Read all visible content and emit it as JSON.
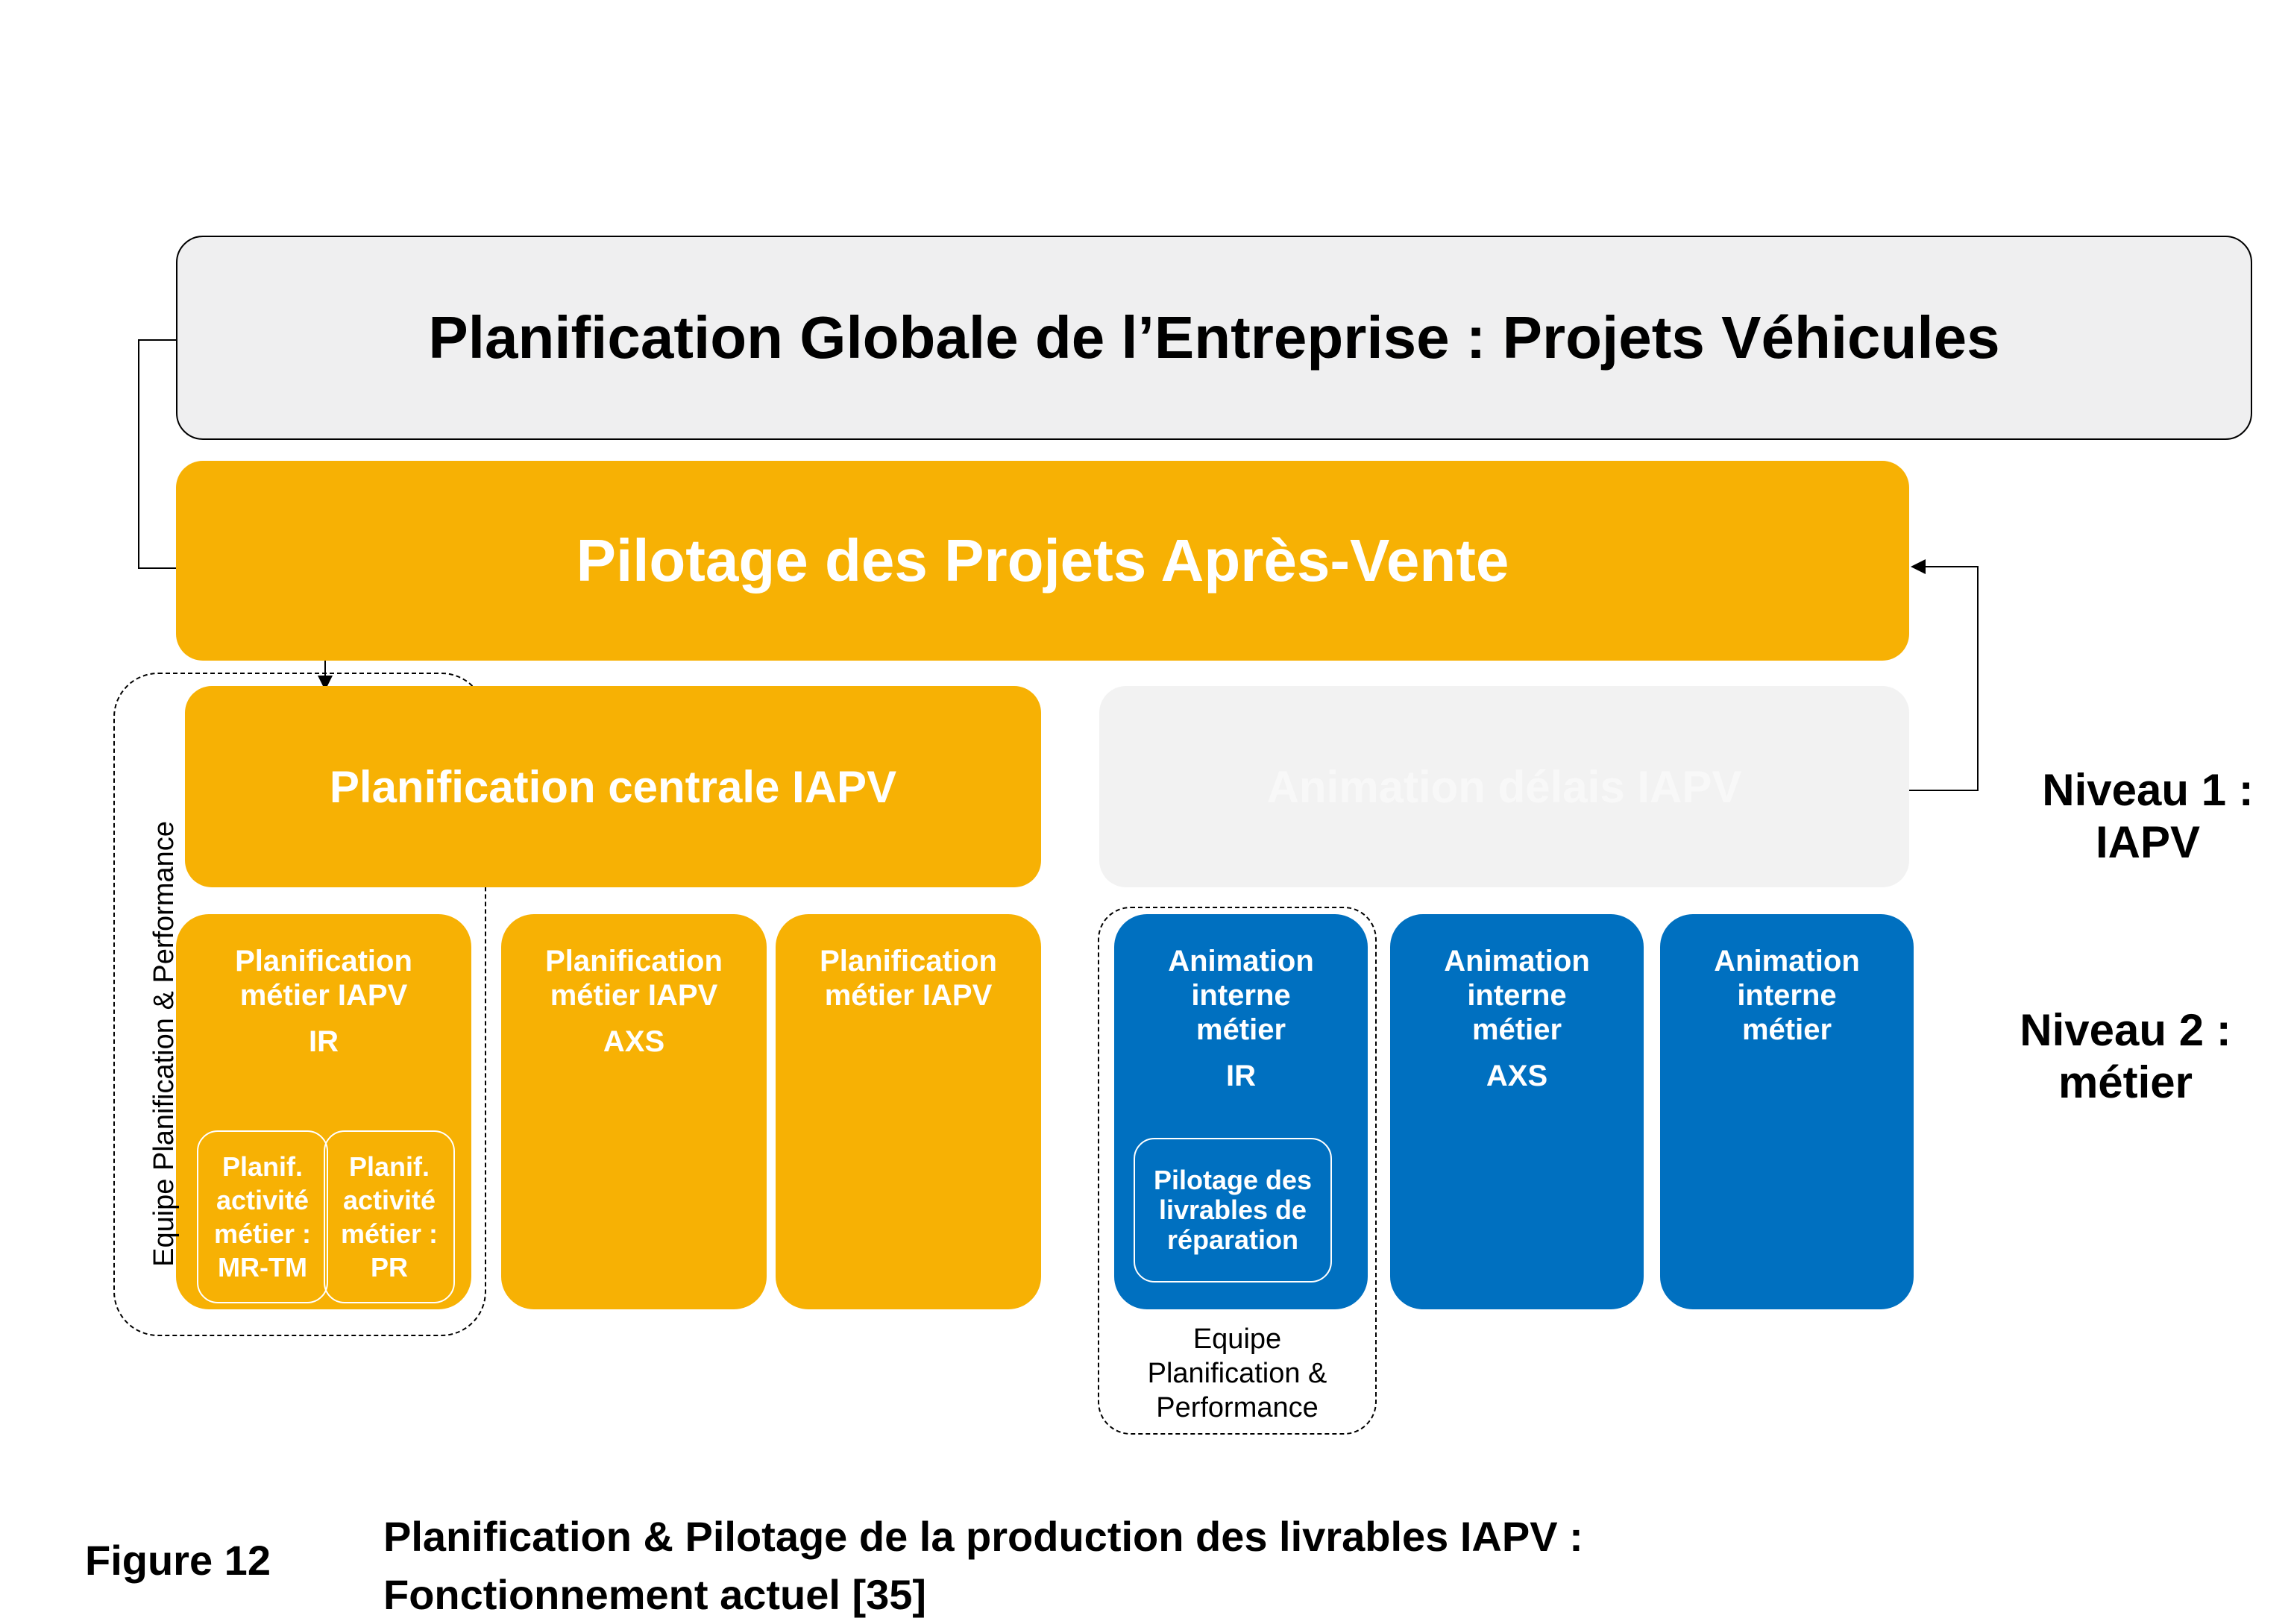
{
  "banner": {
    "title": "Planification Globale de l’Entreprise : Projets Véhicules"
  },
  "level1": {
    "pilotage": "Pilotage des Projets Après-Vente",
    "planification_centrale": "Planification centrale IAPV",
    "animation_delais": "Animation délais IAPV"
  },
  "planning_cards": [
    {
      "title": "Planification\nmétier IAPV",
      "sub": "IR"
    },
    {
      "title": "Planification\nmétier IAPV",
      "sub": "AXS"
    },
    {
      "title": "Planification\nmétier IAPV",
      "sub": ""
    }
  ],
  "planning_inner": [
    {
      "text": "Planif.\nactivité\nmétier :\nMR-TM"
    },
    {
      "text": "Planif.\nactivité\nmétier :\nPR"
    }
  ],
  "animation_cards": [
    {
      "title": "Animation\ninterne\nmétier",
      "sub": "IR"
    },
    {
      "title": "Animation\ninterne\nmétier",
      "sub": "AXS"
    },
    {
      "title": "Animation\ninterne\nmétier",
      "sub": ""
    }
  ],
  "animation_inner": {
    "text": "Pilotage des\nlivrables de\nréparation"
  },
  "team_labels": {
    "left": "Equipe Planification & Performance",
    "right": "Equipe\nPlanification &\nPerformance"
  },
  "levels": {
    "niveau1": "Niveau 1 :\nIAPV",
    "niveau2": "Niveau 2 :\nmétier"
  },
  "figure": {
    "label": "Figure 12",
    "caption": "Planification & Pilotage de la production des livrables IAPV :\nFonctionnement actuel [35]"
  },
  "colors": {
    "orange": "#f7b104",
    "blue": "#0070c0",
    "banner_bg": "#efeff0",
    "ghost_box": "#f2f2f2"
  }
}
